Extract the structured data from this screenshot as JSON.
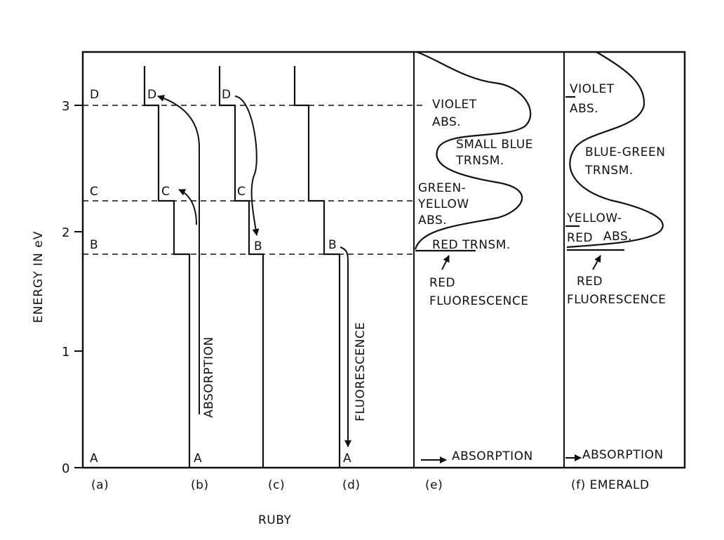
{
  "figure": {
    "y_axis_title": "ENERGY IN eV",
    "y_ticks": [
      "0",
      "1",
      "2",
      "3"
    ],
    "x_caption": "RUBY",
    "panel_labels": [
      "(a)",
      "(b)",
      "(c)",
      "(d)",
      "(e)",
      "(f) EMERALD"
    ]
  },
  "levels": {
    "a": {
      "D": "D",
      "C": "C",
      "B": "B",
      "A": "A"
    },
    "b": {
      "D": "D",
      "C": "C",
      "A": "A"
    },
    "c": {
      "D": "D",
      "C": "C",
      "B": "B"
    },
    "d": {
      "B": "B",
      "A": "A"
    }
  },
  "transitions": {
    "absorption": "ABSORPTION",
    "fluorescence": "FLUORESCENCE"
  },
  "ruby_spectrum": {
    "violet_1": "VIOLET",
    "violet_2": "ABS.",
    "blue_1": "SMALL BLUE",
    "blue_2": "TRNSM.",
    "gy_1": "GREEN-",
    "gy_2": "YELLOW",
    "gy_3": "ABS.",
    "red_trnsm": "RED TRNSM.",
    "red_fl_1": "RED",
    "red_fl_2": "FLUORESCENCE",
    "absorption": "ABSORPTION"
  },
  "emerald_spectrum": {
    "violet_1": "VIOLET",
    "violet_2": "ABS.",
    "bg_1": "BLUE-GREEN",
    "bg_2": "TRNSM.",
    "yr_1": "YELLOW-",
    "yr_2": "RED",
    "yr_3": "ABS.",
    "red_fl_1": "RED",
    "red_fl_2": "FLUORESCENCE",
    "absorption": "ABSORPTION"
  }
}
